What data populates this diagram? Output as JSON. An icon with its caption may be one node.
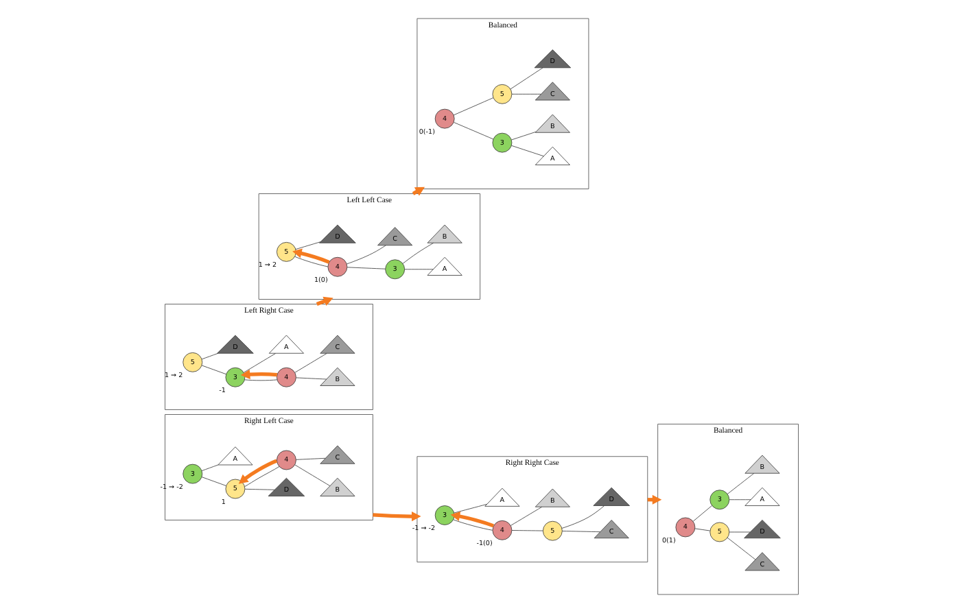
{
  "diagram": {
    "nodes": [
      {
        "text": [
          "Right Left Case"
        ]
      },
      {
        "text": [
          "3"
        ],
        "in": 0,
        "beside": [
          "-1 → -2"
        ]
      },
      {
        "text": [
          "4"
        ],
        "in": 0
      },
      {
        "text": [
          "5"
        ],
        "in": 0,
        "beside": [
          "1"
        ]
      },
      {
        "text": [
          "A"
        ],
        "in": 0
      },
      {
        "text": [
          "B"
        ],
        "in": 0
      },
      {
        "text": [
          "C"
        ],
        "in": 0
      },
      {
        "text": [
          "D"
        ],
        "in": 0
      },
      {
        "text": [
          "Right Right Case"
        ]
      },
      {
        "text": [
          "3"
        ],
        "in": 8,
        "beside": [
          "-1 → -2"
        ]
      },
      {
        "text": [
          "4"
        ],
        "in": 8,
        "beside": [
          "-1(0)"
        ]
      },
      {
        "text": [
          "5"
        ],
        "in": 8
      },
      {
        "text": [
          "A"
        ],
        "in": 8
      },
      {
        "text": [
          "B"
        ],
        "in": 8
      },
      {
        "text": [
          "C"
        ],
        "in": 8
      },
      {
        "text": [
          "D"
        ],
        "in": 8
      },
      {
        "text": [
          "Balanced"
        ]
      },
      {
        "text": [
          "3"
        ],
        "in": 16
      },
      {
        "text": [
          "4"
        ],
        "in": 16,
        "beside": [
          "0(1)"
        ]
      },
      {
        "text": [
          "5"
        ],
        "in": 16
      },
      {
        "text": [
          "A"
        ],
        "in": 16
      },
      {
        "text": [
          "B"
        ],
        "in": 16
      },
      {
        "text": [
          "C"
        ],
        "in": 16
      },
      {
        "text": [
          "D"
        ],
        "in": 16
      },
      {
        "text": [
          "Left Right Case"
        ]
      },
      {
        "text": [
          "3"
        ],
        "in": 24,
        "beside": [
          "-1"
        ]
      },
      {
        "text": [
          "4"
        ],
        "in": 24
      },
      {
        "text": [
          "5"
        ],
        "in": 24,
        "beside": [
          "1 → 2"
        ]
      },
      {
        "text": [
          "A"
        ],
        "in": 24
      },
      {
        "text": [
          "B"
        ],
        "in": 24
      },
      {
        "text": [
          "C"
        ],
        "in": 24
      },
      {
        "text": [
          "D"
        ],
        "in": 24
      },
      {
        "text": [
          "Left Left Case"
        ]
      },
      {
        "text": [
          "3"
        ],
        "in": 32
      },
      {
        "text": [
          "4"
        ],
        "in": 32,
        "beside": [
          "1(0)"
        ]
      },
      {
        "text": [
          "5"
        ],
        "in": 32,
        "beside": [
          "1 → 2"
        ]
      },
      {
        "text": [
          "A"
        ],
        "in": 32
      },
      {
        "text": [
          "B"
        ],
        "in": 32
      },
      {
        "text": [
          "C"
        ],
        "in": 32
      },
      {
        "text": [
          "D"
        ],
        "in": 32
      },
      {
        "text": [
          "Balanced"
        ]
      },
      {
        "text": [
          "3"
        ],
        "in": 40
      },
      {
        "text": [
          "4"
        ],
        "in": 40,
        "beside": [
          "0(-1)"
        ]
      },
      {
        "text": [
          "5"
        ],
        "in": 40
      },
      {
        "text": [
          "A"
        ],
        "in": 40
      },
      {
        "text": [
          "B"
        ],
        "in": 40
      },
      {
        "text": [
          "C"
        ],
        "in": 40
      },
      {
        "text": [
          "D"
        ],
        "in": 40
      }
    ],
    "edges": [
      {
        "from": 1,
        "to": 4,
        "arrow": "none"
      },
      {
        "from": 1,
        "to": 3,
        "arrow": "none"
      },
      {
        "from": 3,
        "to": 2,
        "arrow": "none"
      },
      {
        "from": 3,
        "to": 7,
        "arrow": "none"
      },
      {
        "from": 2,
        "to": 5,
        "arrow": "none"
      },
      {
        "from": 2,
        "to": 6,
        "arrow": "none"
      },
      {
        "from": 2,
        "to": 3,
        "arrow": "to",
        "style": "thick",
        "color": "#f47b20"
      },
      {
        "from": 9,
        "to": 12,
        "arrow": "none"
      },
      {
        "from": 9,
        "to": 10,
        "arrow": "none"
      },
      {
        "from": 10,
        "to": 13,
        "arrow": "none"
      },
      {
        "from": 10,
        "to": 11,
        "arrow": "none"
      },
      {
        "from": 11,
        "to": 14,
        "arrow": "none"
      },
      {
        "from": 11,
        "to": 15,
        "arrow": "none"
      },
      {
        "from": 10,
        "to": 9,
        "arrow": "to",
        "style": "thick",
        "color": "#f47b20"
      },
      {
        "from": 18,
        "to": 17,
        "arrow": "none"
      },
      {
        "from": 18,
        "to": 19,
        "arrow": "none"
      },
      {
        "from": 17,
        "to": 20,
        "arrow": "none"
      },
      {
        "from": 17,
        "to": 21,
        "arrow": "none"
      },
      {
        "from": 19,
        "to": 22,
        "arrow": "none"
      },
      {
        "from": 19,
        "to": 23,
        "arrow": "none"
      },
      {
        "from": 27,
        "to": 25,
        "arrow": "none"
      },
      {
        "from": 27,
        "to": 31,
        "arrow": "none"
      },
      {
        "from": 25,
        "to": 28,
        "arrow": "none"
      },
      {
        "from": 25,
        "to": 26,
        "arrow": "none"
      },
      {
        "from": 26,
        "to": 29,
        "arrow": "none"
      },
      {
        "from": 26,
        "to": 30,
        "arrow": "none"
      },
      {
        "from": 26,
        "to": 25,
        "arrow": "to",
        "style": "thick",
        "color": "#f47b20"
      },
      {
        "from": 35,
        "to": 34,
        "arrow": "none"
      },
      {
        "from": 35,
        "to": 39,
        "arrow": "none"
      },
      {
        "from": 34,
        "to": 33,
        "arrow": "none"
      },
      {
        "from": 34,
        "to": 38,
        "arrow": "none"
      },
      {
        "from": 33,
        "to": 36,
        "arrow": "none"
      },
      {
        "from": 33,
        "to": 37,
        "arrow": "none"
      },
      {
        "from": 34,
        "to": 35,
        "arrow": "to",
        "style": "thick",
        "color": "#f47b20"
      },
      {
        "from": 42,
        "to": 41,
        "arrow": "none"
      },
      {
        "from": 42,
        "to": 43,
        "arrow": "none"
      },
      {
        "from": 41,
        "to": 44,
        "arrow": "none"
      },
      {
        "from": 41,
        "to": 45,
        "arrow": "none"
      },
      {
        "from": 43,
        "to": 46,
        "arrow": "none"
      },
      {
        "from": 43,
        "to": 47,
        "arrow": "none"
      },
      {
        "from": 0,
        "to": 8,
        "arrow": "to",
        "style": "thick",
        "color": "#f47b20"
      },
      {
        "from": 8,
        "to": 16,
        "arrow": "to",
        "style": "thick",
        "color": "#f47b20"
      },
      {
        "from": 24,
        "to": 32,
        "arrow": "to",
        "style": "thick",
        "color": "#f47b20"
      },
      {
        "from": 32,
        "to": 40,
        "arrow": "to",
        "style": "thick",
        "color": "#f47b20"
      }
    ]
  }
}
